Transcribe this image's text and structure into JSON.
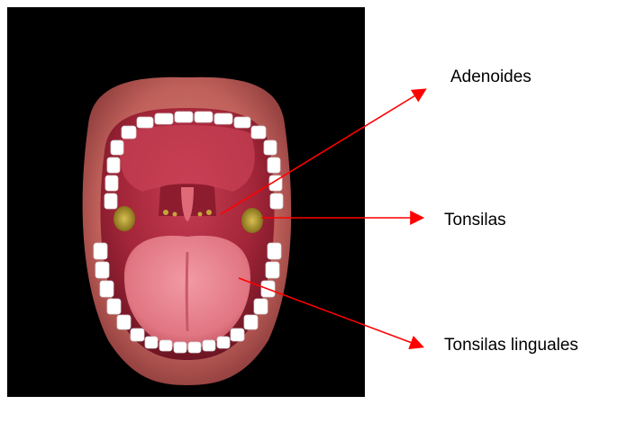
{
  "labels": {
    "adenoides": "Adenoides",
    "tonsilas": "Tonsilas",
    "tonsilas_linguales": "Tonsilas linguales"
  },
  "colors": {
    "background": "#000000",
    "arrow": "#ff0000",
    "lip": "#c8645a",
    "mouth_interior": "#b02a3c",
    "tongue": "#e87a85",
    "teeth": "#ffffff",
    "tonsil": "#b59a2a"
  }
}
